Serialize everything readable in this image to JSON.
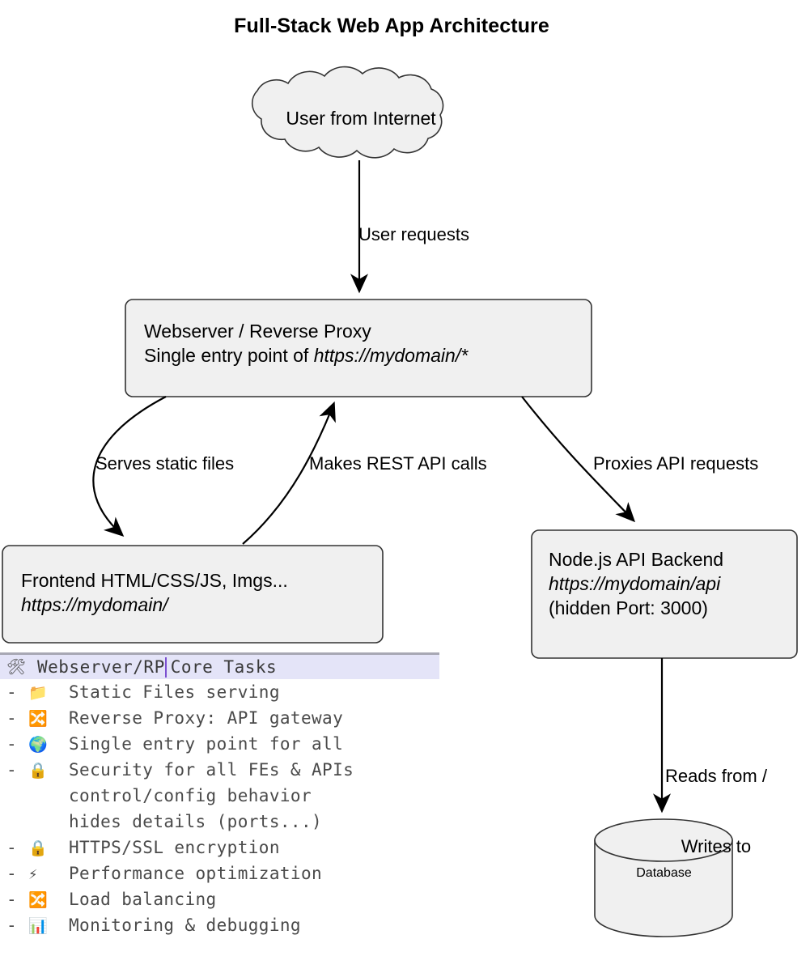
{
  "title": "Full-Stack Web App Architecture",
  "nodes": {
    "cloud": {
      "label": "User from Internet",
      "shape": "cloud"
    },
    "webserver": {
      "line1": "Webserver / Reverse Proxy",
      "line2_prefix": "Single entry point of ",
      "line2_url": "https://mydomain/*",
      "shape": "rounded-box"
    },
    "frontend": {
      "line1": "Frontend HTML/CSS/JS, Imgs...",
      "line2_url": "https://mydomain/",
      "shape": "rounded-box"
    },
    "backend": {
      "line1": "Node.js API Backend",
      "line2_url": "https://mydomain/api",
      "line3": "(hidden Port: 3000)",
      "shape": "rounded-box"
    },
    "database": {
      "label": "Database",
      "shape": "cylinder"
    }
  },
  "edges": {
    "user_requests": "User requests",
    "serves_static": "Serves static files",
    "rest_api": "Makes REST API calls",
    "proxies_api": "Proxies API requests",
    "reads_writes_1": "Reads from /",
    "reads_writes_2": "Writes to"
  },
  "tasks_panel": {
    "header_icon": "🛠",
    "header_text_before_caret": "Webserver/RP",
    "header_text_after_caret": " Core Tasks",
    "highlight_color": "#e4e4f8",
    "caret_color": "#7b4fd0",
    "items": [
      {
        "bullet": "-",
        "icon": "📁",
        "icon_name": "folder-icon",
        "text": "Static Files serving"
      },
      {
        "bullet": "-",
        "icon": "🔀",
        "icon_name": "shuffle-icon",
        "text": "Reverse Proxy: API gateway"
      },
      {
        "bullet": "-",
        "icon": "🌍",
        "icon_name": "globe-icon",
        "text": "Single entry point for all"
      },
      {
        "bullet": "-",
        "icon": "🔒",
        "icon_name": "lock-icon",
        "text": "Security for all FEs & APIs"
      },
      {
        "bullet": "",
        "icon": "",
        "icon_name": "none",
        "text": "control/config behavior"
      },
      {
        "bullet": "",
        "icon": "",
        "icon_name": "none",
        "text": "hides details (ports...)"
      },
      {
        "bullet": "-",
        "icon": "🔒",
        "icon_name": "lock-icon",
        "text": "HTTPS/SSL encryption"
      },
      {
        "bullet": "-",
        "icon": "⚡",
        "icon_name": "lightning-icon",
        "text": "Performance optimization"
      },
      {
        "bullet": "-",
        "icon": "🔀",
        "icon_name": "shuffle-icon",
        "text": "Load balancing"
      },
      {
        "bullet": "-",
        "icon": "📊",
        "icon_name": "bar-chart-icon",
        "text": "Monitoring & debugging"
      }
    ]
  },
  "colors": {
    "node_fill": "#f0f0f0",
    "node_stroke": "#333333",
    "edge_stroke": "#000000",
    "text": "#000000"
  }
}
